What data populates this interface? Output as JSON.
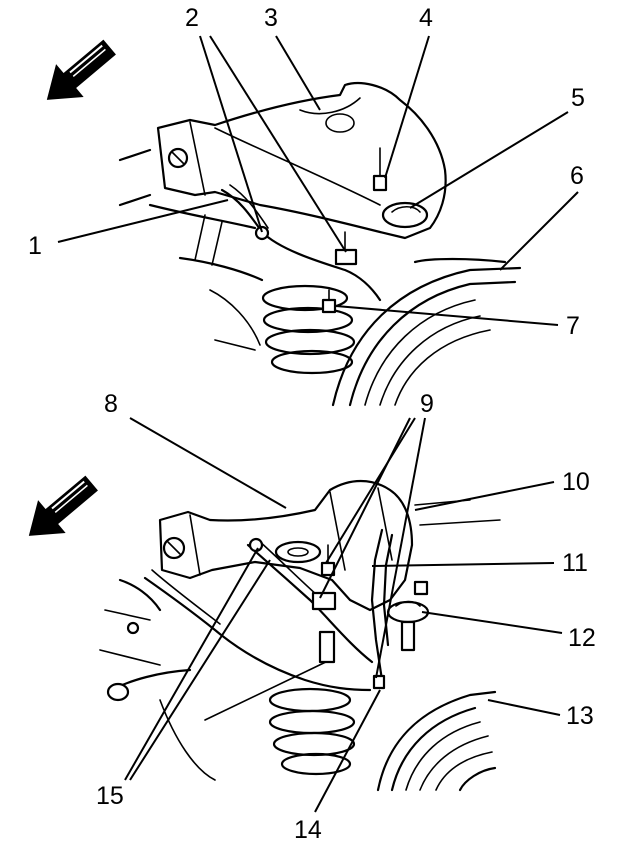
{
  "colors": {
    "ink": "#000000",
    "paper": "#ffffff"
  },
  "icons": {
    "direction_arrow": "forward-arrow-icon"
  },
  "top_view": {
    "callouts": [
      "1",
      "2",
      "3",
      "4",
      "5",
      "6",
      "7"
    ]
  },
  "bottom_view": {
    "callouts": [
      "8",
      "9",
      "10",
      "11",
      "12",
      "13",
      "14",
      "15"
    ]
  }
}
